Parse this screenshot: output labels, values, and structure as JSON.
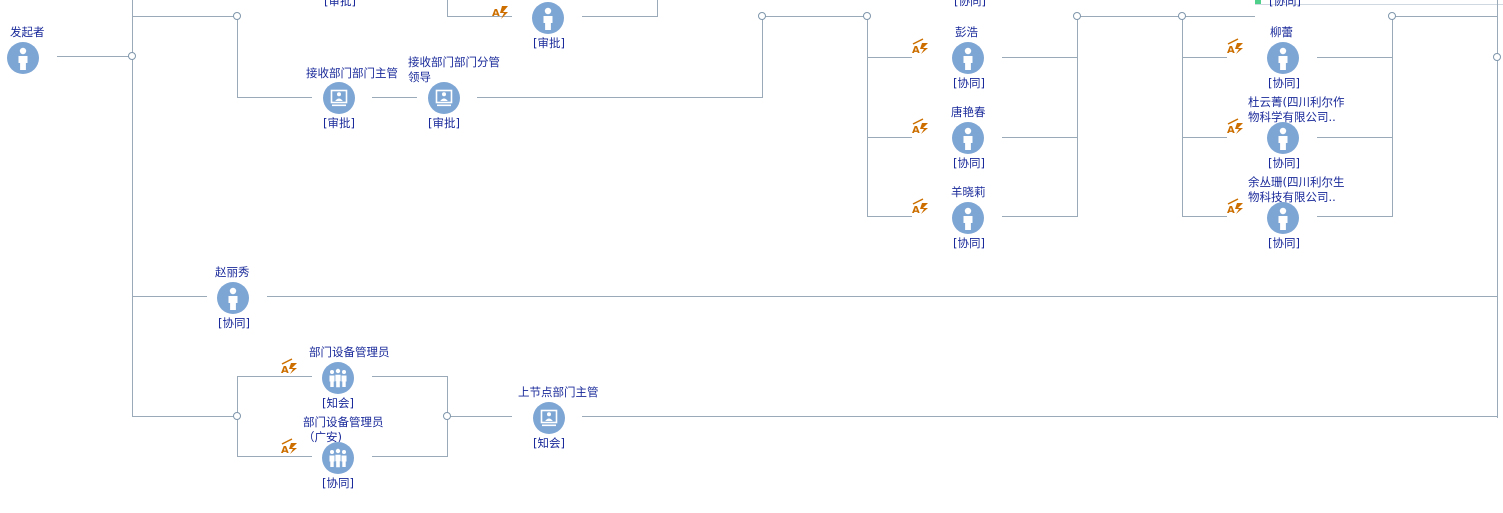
{
  "colors": {
    "line": "#9aaab8",
    "node": "#7ea6d4",
    "label": "#1a2a9a",
    "auto_badge": "#cc6f00"
  },
  "clipped_top": {
    "role_1": "[审批]",
    "role_2": "[协同]",
    "role_3": "[协同]"
  },
  "initiator": {
    "name": "发起者",
    "icon": "person-icon"
  },
  "receive_supervisor": {
    "name": "接收部门部门主管",
    "role": "[审批]",
    "icon": "position-icon"
  },
  "receive_leader": {
    "name": "接收部门部门分管领导",
    "role": "[审批]",
    "icon": "position-icon"
  },
  "top_approver": {
    "role": "[审批]",
    "icon": "person-icon"
  },
  "peng_hao": {
    "name": "彭浩",
    "role": "[协同]",
    "icon": "person-icon"
  },
  "tang_yanchun": {
    "name": "唐艳春",
    "role": "[协同]",
    "icon": "person-icon"
  },
  "yang_xiaoli": {
    "name": "羊晓莉",
    "role": "[协同]",
    "icon": "person-icon"
  },
  "liu_lei": {
    "name": "柳蕾",
    "role": "[协同]",
    "icon": "person-icon"
  },
  "du_yunjing": {
    "name": "杜云菁(四川利尔作物科学有限公司..",
    "role": "[协同]",
    "icon": "person-icon"
  },
  "yu_congshan": {
    "name": "余丛珊(四川利尔生物科技有限公司..",
    "role": "[协同]",
    "icon": "person-icon"
  },
  "zhao_lixiu": {
    "name": "赵丽秀",
    "role": "[协同]",
    "icon": "person-icon"
  },
  "dept_equipment": {
    "name": "部门设备管理员",
    "role": "[知会]",
    "icon": "group-icon"
  },
  "dept_equipment_ga": {
    "name": "部门设备管理员（广安)",
    "role": "[协同]",
    "icon": "group-icon"
  },
  "prev_node_supervisor": {
    "name": "上节点部门主管",
    "role": "[知会]",
    "icon": "position-icon"
  }
}
